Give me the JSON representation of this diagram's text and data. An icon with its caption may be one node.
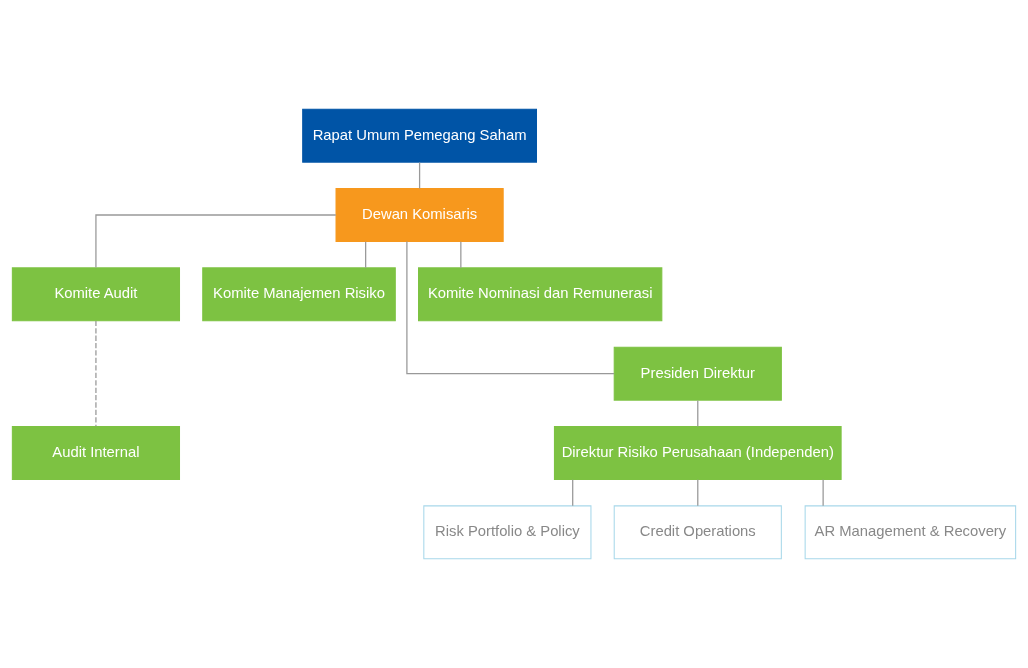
{
  "diagram": {
    "nodes": [
      {
        "text": [
          "Rapat Umum Pemegang Saham"
        ]
      },
      {
        "text": [
          "Dewan Komisaris"
        ]
      },
      {
        "text": [
          "Komite Audit"
        ]
      },
      {
        "text": [
          "Komite Manajemen Risiko"
        ]
      },
      {
        "text": [
          "Komite Nominasi dan Remunerasi"
        ]
      },
      {
        "text": [
          "Presiden Direktur"
        ]
      },
      {
        "text": [
          "Audit Internal"
        ]
      },
      {
        "text": [
          "Direktur Risiko Perusahaan (Independen)"
        ]
      },
      {
        "text": [
          "Risk Portfolio & Policy"
        ]
      },
      {
        "text": [
          "Credit Operations"
        ]
      },
      {
        "text": [
          "AR Management & Recovery"
        ]
      }
    ],
    "edges": [
      {
        "from": 0,
        "to": 1,
        "arrow": "none"
      },
      {
        "from": 1,
        "to": 2,
        "arrow": "none"
      },
      {
        "from": 1,
        "to": 5,
        "arrow": "none"
      },
      {
        "from": 1,
        "to": 3,
        "arrow": "none"
      },
      {
        "from": 1,
        "to": 4,
        "arrow": "none"
      },
      {
        "from": 2,
        "to": 6,
        "arrow": "none",
        "style": "dashed"
      },
      {
        "from": 5,
        "to": 7,
        "arrow": "none"
      },
      {
        "from": 7,
        "to": 8,
        "arrow": "none"
      },
      {
        "from": 7,
        "to": 9,
        "arrow": "none"
      },
      {
        "from": 7,
        "to": 10,
        "arrow": "none"
      }
    ]
  }
}
